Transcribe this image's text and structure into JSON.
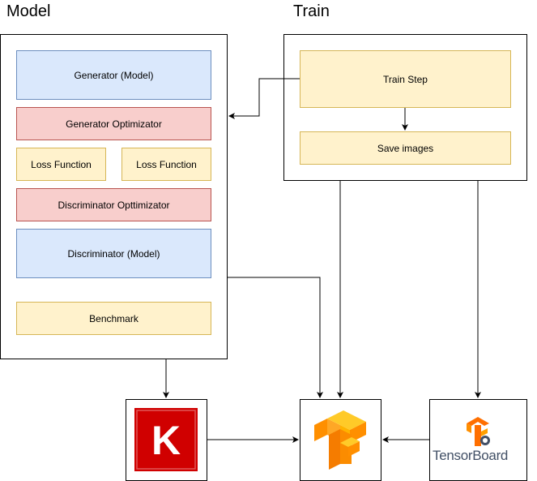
{
  "groups": {
    "model": {
      "title": "Model"
    },
    "train": {
      "title": "Train"
    }
  },
  "model_nodes": {
    "generator": "Generator (Model)",
    "generator_optimizer": "Generator Optimizator",
    "loss_function_1": "Loss Function",
    "loss_function_2": "Loss Function",
    "discriminator_optimizer": "Discriminator Opttimizator",
    "discriminator": "Discriminator (Model)",
    "benchmark": "Benchmark"
  },
  "train_nodes": {
    "train_step": "Train Step",
    "save_images": "Save images"
  },
  "logos": {
    "keras": {
      "icon": "keras-logo",
      "letter": "K",
      "color": "#d00000"
    },
    "tensorflow": {
      "icon": "tensorflow-logo",
      "color": "#ff8f00"
    },
    "tensorboard": {
      "icon": "tensorboard-logo",
      "label": "TensorBoard",
      "color": "#ff6f00"
    }
  },
  "colors": {
    "blue_fill": "#dae8fc",
    "blue_stroke": "#6c8ebf",
    "red_fill": "#f8cecc",
    "red_stroke": "#b85450",
    "yellow_fill": "#fff2cc",
    "yellow_stroke": "#d6b656"
  }
}
